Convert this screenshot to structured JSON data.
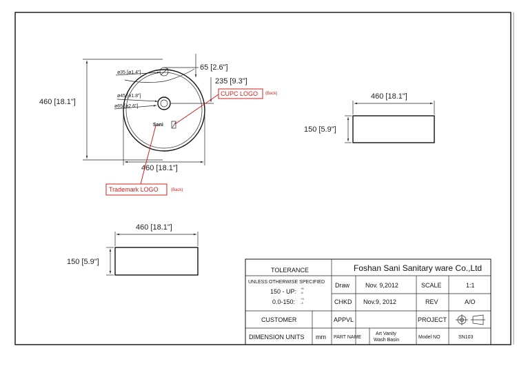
{
  "top_view": {
    "width_label": "460 [18.1\"]",
    "height_label": "460 [18.1\"]",
    "offset_top_label": "65 [2.6\"]",
    "offset_center_label": "235 [9.3\"]",
    "hole_35_label": "ø35 [ø1.4\"]",
    "hole_45_label": "ø45 [ø1.8\"]",
    "hole_65_label": "ø65 [ø2.6\"]",
    "brand_mark": "Sani"
  },
  "callouts": {
    "cupc_label": "CUPC LOGO",
    "cupc_note": "(Back)",
    "trademark_label": "Trademark LOGO",
    "trademark_note": "(Back)"
  },
  "side_view_right": {
    "width_label": "460 [18.1\"]",
    "height_label": "150 [5.9\"]"
  },
  "front_view": {
    "width_label": "460 [18.1\"]",
    "height_label": "150 [5.9\"]"
  },
  "title_block": {
    "tolerance": "TOLERANCE",
    "unless": "UNLESS OTHERWISE SPECIFIED",
    "tol_150_up": "150 - UP:",
    "tol_150_up_plus": "+5",
    "tol_150_up_minus": "-5",
    "tol_0_150": "0.0-150:",
    "tol_0_150_plus": "+3",
    "tol_0_150_minus": "-3",
    "company": "Foshan Sani Sanitary ware Co.,Ltd",
    "draw_label": "Draw",
    "draw_date": "Nov. 9,2012",
    "scale_label": "SCALE",
    "scale_value": "1:1",
    "chkd_label": "CHKD",
    "chkd_date": "Nov.9, 2012",
    "rev_label": "REV",
    "rev_value": "A/O",
    "customer_label": "CUSTOMER",
    "appvl_label": "APPVL",
    "project_label": "PROJECT",
    "dim_units_label": "DIMENSION UNITS",
    "dim_units_value": "mm",
    "part_name_label": "PART NAME",
    "part_name_line1": "Art Vanity",
    "part_name_line2": "Wash Basin",
    "model_no_label": "Model NO",
    "model_no_value": "SN103"
  }
}
